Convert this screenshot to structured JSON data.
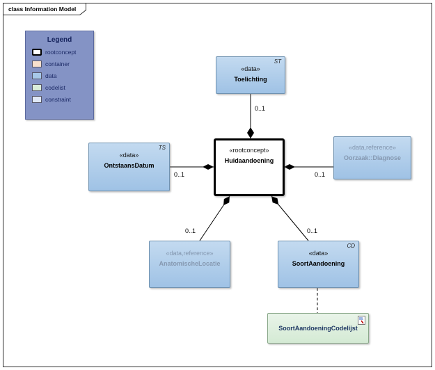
{
  "frame": {
    "title": "class Information Model"
  },
  "legend": {
    "title": "Legend",
    "items": [
      {
        "label": "rootconcept"
      },
      {
        "label": "container"
      },
      {
        "label": "data"
      },
      {
        "label": "codelist"
      },
      {
        "label": "constraint"
      }
    ]
  },
  "nodes": {
    "toelichting": {
      "stereotype": "«data»",
      "name": "Toelichting",
      "type_tag": "ST"
    },
    "huidaandoening": {
      "stereotype": "«rootconcept»",
      "name": "Huidaandoening"
    },
    "ontstaansdatum": {
      "stereotype": "«data»",
      "name": "OntstaansDatum",
      "type_tag": "TS"
    },
    "oorzaak_diagnose": {
      "stereotype": "«data,reference»",
      "name": "Oorzaak::Diagnose"
    },
    "anatomische_locatie": {
      "stereotype": "«data,reference»",
      "name": "AnatomischeLocatie"
    },
    "soort_aandoening": {
      "stereotype": "«data»",
      "name": "SoortAandoening",
      "type_tag": "CD"
    },
    "soort_aandoening_codelijst": {
      "name": "SoortAandoeningCodelijst"
    }
  },
  "relations": {
    "toelichting": {
      "multiplicity": "0..1"
    },
    "ontstaansdatum": {
      "multiplicity": "0..1"
    },
    "oorzaak": {
      "multiplicity": "0..1"
    },
    "anatomische": {
      "multiplicity": "0..1"
    },
    "soort": {
      "multiplicity": "0..1"
    }
  },
  "colors": {
    "data_fill": "#a6c8e8",
    "data_border": "#7092b0",
    "reference_text": "#8598b0",
    "codelist_fill": "#ddeedd",
    "rootconcept_border": "#000000",
    "legend_bg": "#8493c5",
    "legend_title_text": "#15235c",
    "container_fill": "#f6dfcd",
    "constraint_fill": "#dfe8f6"
  }
}
